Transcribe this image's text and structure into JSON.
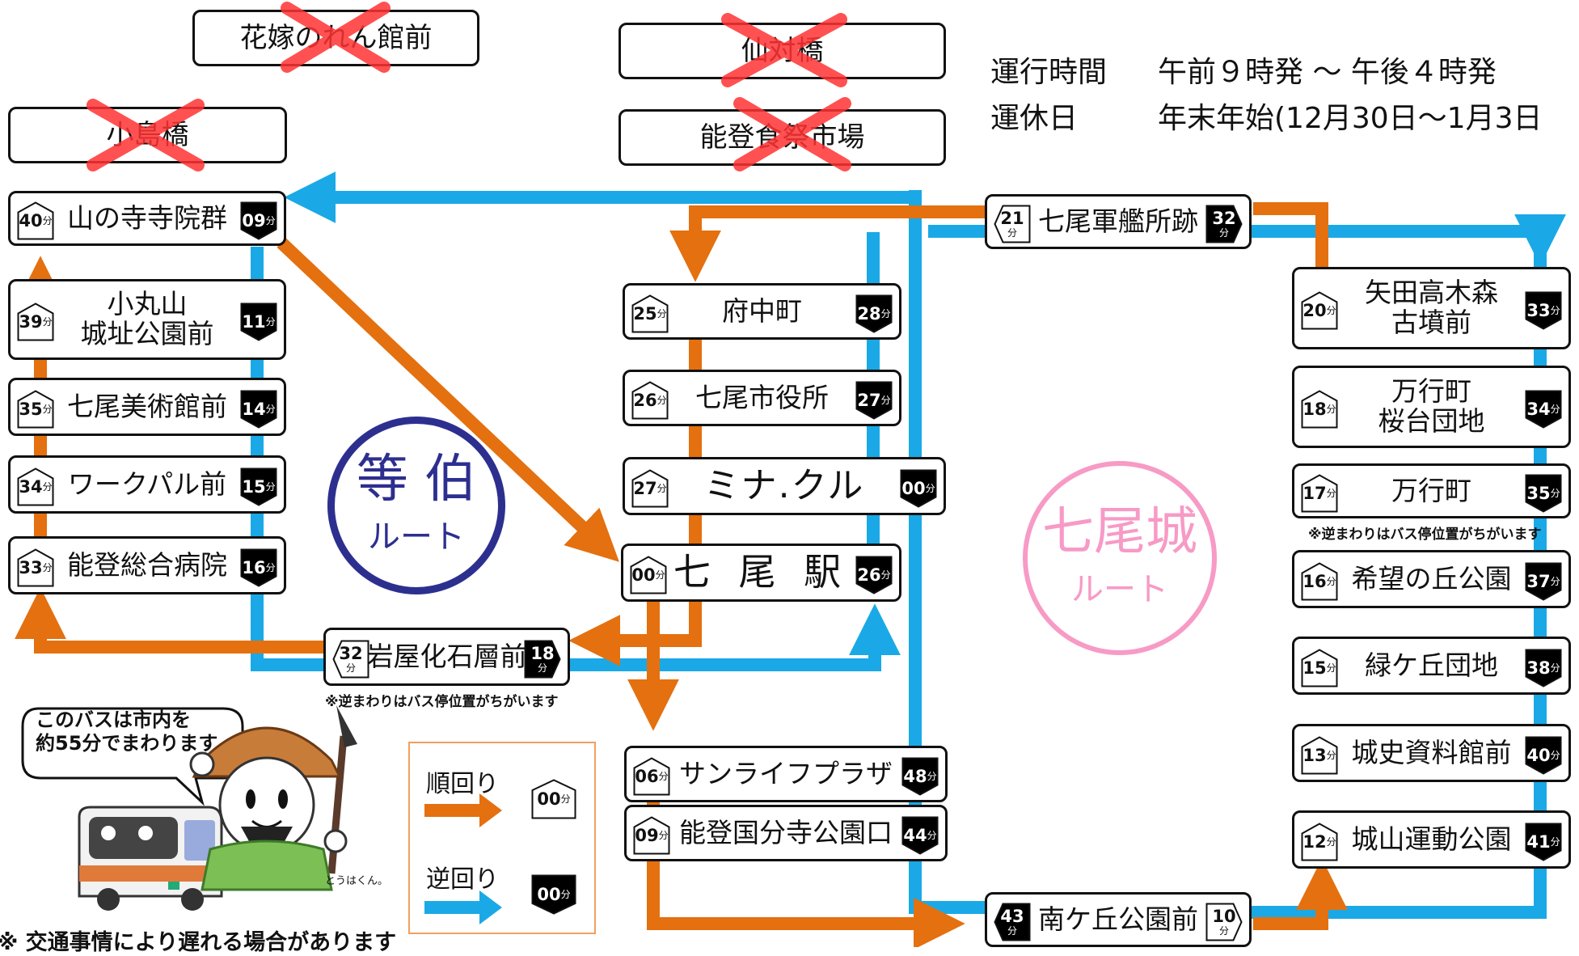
{
  "info": {
    "hours_label": "運行時間",
    "hours_value": "午前９時発 ～ 午後４時発",
    "closed_label": "運休日",
    "closed_value": "年末年始(12月30日～1月3日"
  },
  "routes": {
    "tohaku": {
      "name": "等 伯",
      "sub": "ルート",
      "color": "#2d2f8f"
    },
    "nanaojo": {
      "name": "七尾城",
      "sub": "ルート",
      "color": "#f79ac6"
    }
  },
  "colors": {
    "forward": "#e4700f",
    "reverse": "#1aa9e6",
    "cross": "#ff3333"
  },
  "unit": "分",
  "cancelled_stops": [
    {
      "name": "花嫁のれん館前"
    },
    {
      "name": "仙対橋"
    },
    {
      "name": "小島橋"
    },
    {
      "name": "能登食祭市場"
    }
  ],
  "stops": [
    {
      "name": "山の寺寺院群",
      "fwd": "40",
      "rev": "09"
    },
    {
      "name": "小丸山\n城址公園前",
      "fwd": "39",
      "rev": "11"
    },
    {
      "name": "七尾美術館前",
      "fwd": "35",
      "rev": "14"
    },
    {
      "name": "ワークパル前",
      "fwd": "34",
      "rev": "15"
    },
    {
      "name": "能登総合病院",
      "fwd": "33",
      "rev": "16"
    },
    {
      "name": "岩屋化石層前",
      "fwd": "32",
      "rev": "18"
    },
    {
      "name": "府中町",
      "fwd": "25",
      "rev": "28"
    },
    {
      "name": "七尾市役所",
      "fwd": "26",
      "rev": "27"
    },
    {
      "name": "ミナ.クル",
      "fwd": "27",
      "rev": "00"
    },
    {
      "name": "七 尾 駅",
      "fwd": "00",
      "rev": "26"
    },
    {
      "name": "サンライフプラザ",
      "fwd": "06",
      "rev": "48"
    },
    {
      "name": "能登国分寺公園口",
      "fwd": "09",
      "rev": "44"
    },
    {
      "name": "七尾軍艦所跡",
      "fwd": "21",
      "rev": "32"
    },
    {
      "name": "南ケ丘公園前",
      "fwd": "10",
      "rev": "43"
    },
    {
      "name": "矢田高木森\n古墳前",
      "fwd": "20",
      "rev": "33"
    },
    {
      "name": "万行町\n桜台団地",
      "fwd": "18",
      "rev": "34"
    },
    {
      "name": "万行町",
      "fwd": "17",
      "rev": "35"
    },
    {
      "name": "希望の丘公園",
      "fwd": "16",
      "rev": "37"
    },
    {
      "name": "緑ケ丘団地",
      "fwd": "15",
      "rev": "38"
    },
    {
      "name": "城史資料館前",
      "fwd": "13",
      "rev": "40"
    },
    {
      "name": "城山運動公園",
      "fwd": "12",
      "rev": "41"
    }
  ],
  "notes": {
    "reverse_stop_1": "※逆まわりはバス停位置がちがいます",
    "reverse_stop_2": "※逆まわりはバス停位置がちがいます",
    "bubble": "このバスは市内を\n約55分でまわります。",
    "mascot": "とうはくん。",
    "footer": "※ 交通事情により遅れる場合があります"
  },
  "legend": {
    "forward_label": "順回り",
    "reverse_label": "逆回り",
    "sample": "00"
  }
}
